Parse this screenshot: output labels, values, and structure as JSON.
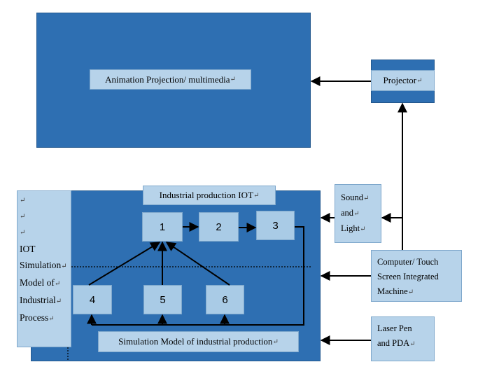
{
  "blocks": {
    "animation_label": "Animation Projection/ multimedia",
    "projector": "Projector",
    "iot_title": "Industrial production IOT",
    "sound_lines": [
      "Sound",
      "and",
      "Light"
    ],
    "computer_lines": [
      "Computer/ Touch",
      "Screen Integrated",
      "Machine"
    ],
    "laser_lines": [
      "Laser Pen",
      "and PDA"
    ],
    "simulation_label": "Simulation Model of industrial production",
    "sidebar_lines": [
      "IOT",
      "Simulation",
      "Model of",
      "Industrial",
      "Process"
    ]
  },
  "nodes": [
    "1",
    "2",
    "3",
    "4",
    "5",
    "6"
  ],
  "return_mark": "↵",
  "colors": {
    "dark_blue": "#2e6fb2",
    "light_blue": "#b7d3ea",
    "node_blue": "#a9cbe6"
  }
}
